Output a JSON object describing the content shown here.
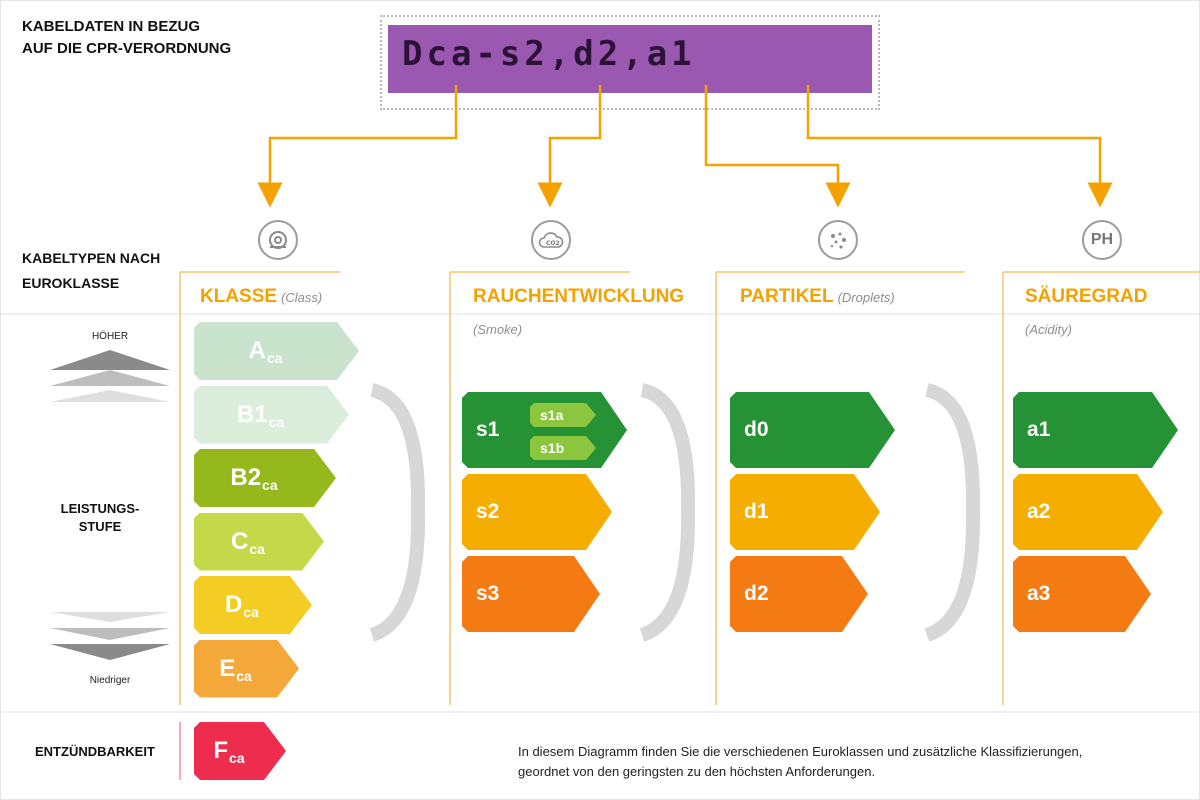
{
  "header": {
    "title_line1": "KABELDATEN IN BEZUG",
    "title_line2": "AUF DIE CPR-VERORDNUNG",
    "cable_marking": "Dca-s2,d2,a1"
  },
  "left": {
    "types_line1": "KABELTYPEN NACH",
    "types_line2": "EUROKLASSE",
    "higher": "HÖHER",
    "performance_line1": "LEISTUNGS-",
    "performance_line2": "STUFE",
    "lower": "Niedriger",
    "flammability": "ENTZÜNDBARKEIT"
  },
  "columns": {
    "klasse": {
      "title": "KLASSE",
      "sub": "(Class)",
      "icon": "cable-reel-icon"
    },
    "rauch": {
      "title": "RAUCHENTWICKLUNG",
      "sub": "(Smoke)",
      "icon": "co2-cloud-icon"
    },
    "partikel": {
      "title": "PARTIKEL",
      "sub": "(Droplets)",
      "icon": "droplets-icon"
    },
    "saeure": {
      "title": "SÄUREGRAD",
      "sub": "(Acidity)",
      "icon": "ph-icon",
      "icon_text": "PH"
    }
  },
  "classes": [
    {
      "main": "A",
      "sub": "ca",
      "color": "#c9e3cd"
    },
    {
      "main": "B1",
      "sub": "ca",
      "color": "#dbeedc"
    },
    {
      "main": "B2",
      "sub": "ca",
      "color": "#95b81d"
    },
    {
      "main": "C",
      "sub": "ca",
      "color": "#c3d94a"
    },
    {
      "main": "D",
      "sub": "ca",
      "color": "#f3cd24"
    },
    {
      "main": "E",
      "sub": "ca",
      "color": "#f4a83a"
    }
  ],
  "fire_class": {
    "main": "F",
    "sub": "ca",
    "color": "#ee2d4e"
  },
  "smoke": [
    {
      "label": "s1",
      "color": "#259235"
    },
    {
      "label": "s2",
      "color": "#f5ad00"
    },
    {
      "label": "s3",
      "color": "#f47a14"
    }
  ],
  "smoke_sub": [
    {
      "label": "s1a",
      "color": "#8cc63e"
    },
    {
      "label": "s1b",
      "color": "#8cc63e"
    }
  ],
  "droplets": [
    {
      "label": "d0",
      "color": "#259235"
    },
    {
      "label": "d1",
      "color": "#f5ad00"
    },
    {
      "label": "d2",
      "color": "#f47a14"
    }
  ],
  "acidity": [
    {
      "label": "a1",
      "color": "#259235"
    },
    {
      "label": "a2",
      "color": "#f5ad00"
    },
    {
      "label": "a3",
      "color": "#f47a14"
    }
  ],
  "footnote": {
    "line1": "In diesem Diagramm finden Sie die verschiedenen Euroklassen und zusätzliche Klassifizierungen,",
    "line2": "geordnet von den geringsten zu den höchsten Anforderungen."
  },
  "colors": {
    "accent": "#f5a100",
    "divider": "#d8d8d8"
  }
}
